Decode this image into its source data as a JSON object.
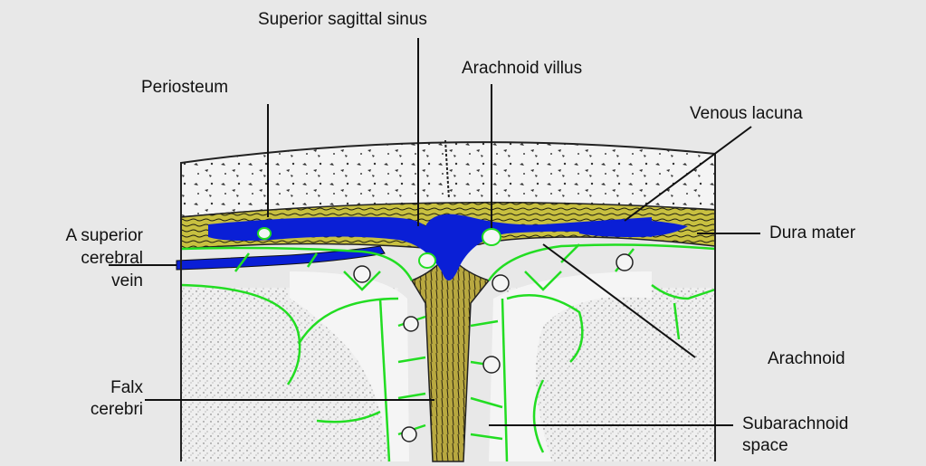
{
  "labels": {
    "superior_sagittal_sinus": "Superior sagittal sinus",
    "arachnoid_villus": "Arachnoid villus",
    "periosteum": "Periosteum",
    "venous_lacuna": "Venous lacuna",
    "superior_cerebral_vein_line1": "A superior",
    "superior_cerebral_vein_line2": "cerebral",
    "superior_cerebral_vein_line3": "vein",
    "dura_mater": "Dura mater",
    "arachnoid": "Arachnoid",
    "falx_cerebri_line1": "Falx",
    "falx_cerebri_line2": "cerebri",
    "subarachnoid_space_line1": "Subarachnoid",
    "subarachnoid_space_line2": "space"
  },
  "colors": {
    "background": "#e8e8e8",
    "sinus_blue": "#0a1fd6",
    "dura_yellow": "#c8c040",
    "arachnoid_green": "#22dd22",
    "brain_speckle": "#d9d9d9",
    "bone_white": "#f2f2f2",
    "ink": "#111111"
  }
}
